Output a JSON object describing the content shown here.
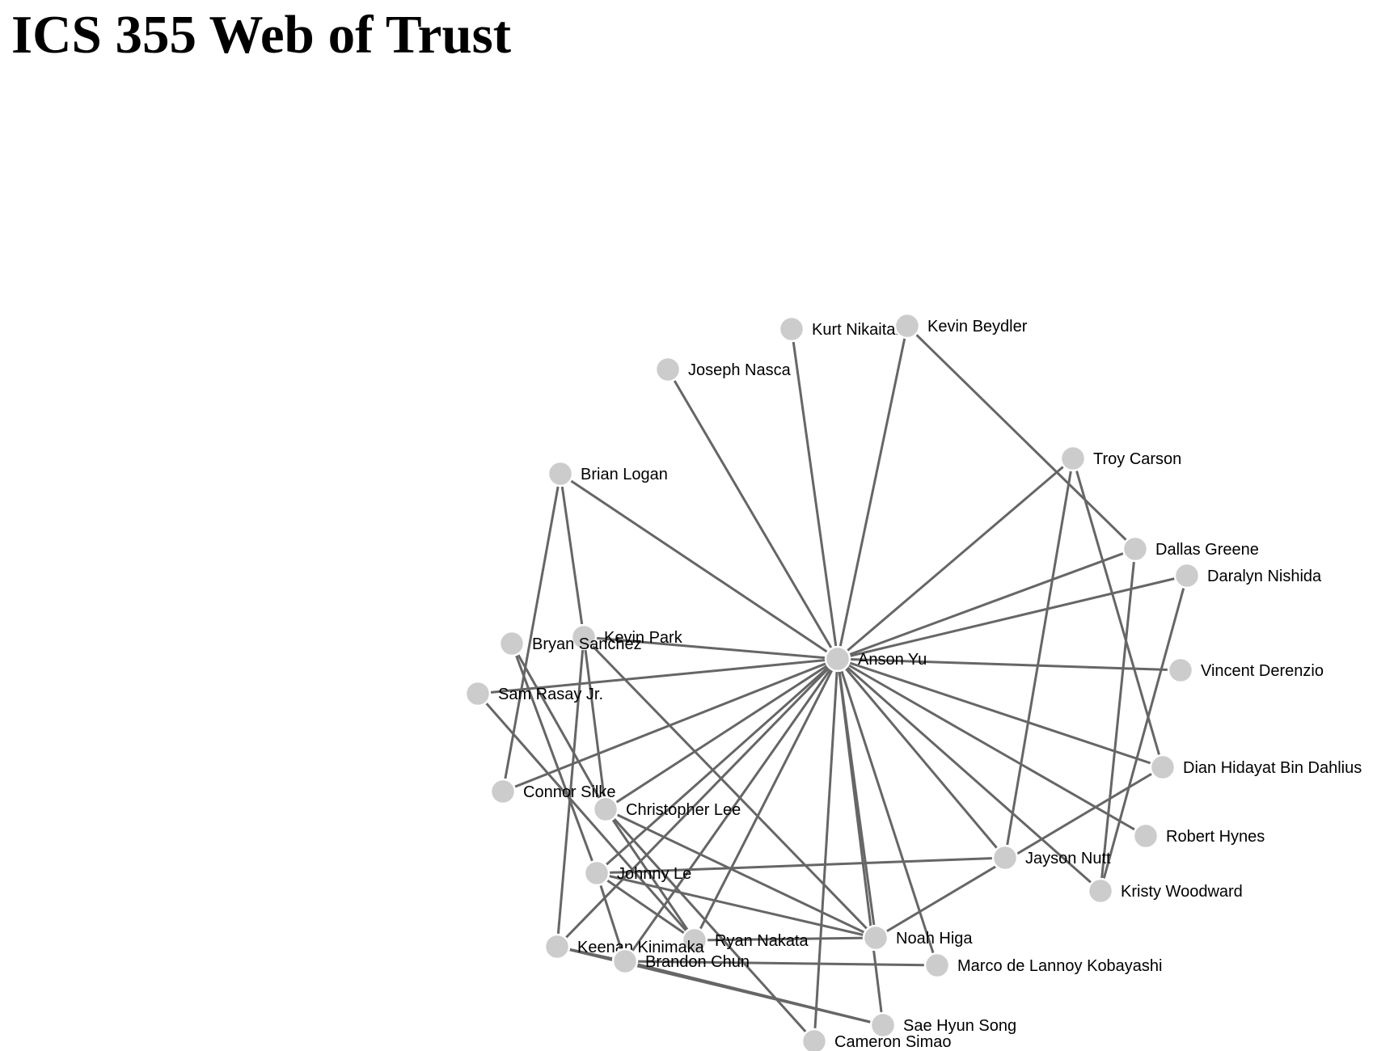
{
  "page": {
    "title": "ICS 355 Web of Trust"
  },
  "colors": {
    "node_fill": "#cccccc",
    "node_stroke": "#ffffff",
    "link": "#666666",
    "text": "#000000"
  },
  "nodes": [
    {
      "id": "anson-yu",
      "label": "Anson Yu"
    },
    {
      "id": "kurt-nikaitani",
      "label": "Kurt Nikaitani"
    },
    {
      "id": "kevin-beydler",
      "label": "Kevin Beydler"
    },
    {
      "id": "joseph-nasca",
      "label": "Joseph Nasca"
    },
    {
      "id": "troy-carson",
      "label": "Troy Carson"
    },
    {
      "id": "brian-logan",
      "label": "Brian Logan"
    },
    {
      "id": "dallas-greene",
      "label": "Dallas Greene"
    },
    {
      "id": "daralyn-nishida",
      "label": "Daralyn Nishida"
    },
    {
      "id": "kevin-park",
      "label": "Kevin Park"
    },
    {
      "id": "bryan-sanchez",
      "label": "Bryan Sanchez"
    },
    {
      "id": "vincent-derenzio",
      "label": "Vincent Derenzio"
    },
    {
      "id": "sam-rasay-jr",
      "label": "Sam Rasay Jr."
    },
    {
      "id": "dian-hidayat-bin-dahlius",
      "label": "Dian Hidayat Bin Dahlius"
    },
    {
      "id": "connor-silke",
      "label": "Connor Silke"
    },
    {
      "id": "christopher-lee",
      "label": "Christopher Lee"
    },
    {
      "id": "robert-hynes",
      "label": "Robert Hynes"
    },
    {
      "id": "jayson-nutt",
      "label": "Jayson Nutt"
    },
    {
      "id": "johnny-le",
      "label": "Johnny Le"
    },
    {
      "id": "kristy-woodward",
      "label": "Kristy Woodward"
    },
    {
      "id": "noah-higa",
      "label": "Noah Higa"
    },
    {
      "id": "ryan-nakata",
      "label": "Ryan Nakata"
    },
    {
      "id": "keenan-kinimaka",
      "label": "Keenan Kinimaka"
    },
    {
      "id": "brandon-chun",
      "label": "Brandon Chun"
    },
    {
      "id": "marco-de-lannoy-kobayashi",
      "label": "Marco de Lannoy Kobayashi"
    },
    {
      "id": "sae-hyun-song",
      "label": "Sae Hyun Song"
    },
    {
      "id": "cameron-simao",
      "label": "Cameron Simao"
    }
  ],
  "links": [
    [
      "anson-yu",
      "kurt-nikaitani"
    ],
    [
      "anson-yu",
      "kevin-beydler"
    ],
    [
      "anson-yu",
      "joseph-nasca"
    ],
    [
      "anson-yu",
      "troy-carson"
    ],
    [
      "anson-yu",
      "brian-logan"
    ],
    [
      "anson-yu",
      "dallas-greene"
    ],
    [
      "anson-yu",
      "daralyn-nishida"
    ],
    [
      "anson-yu",
      "kevin-park"
    ],
    [
      "anson-yu",
      "vincent-derenzio"
    ],
    [
      "anson-yu",
      "sam-rasay-jr"
    ],
    [
      "anson-yu",
      "dian-hidayat-bin-dahlius"
    ],
    [
      "anson-yu",
      "connor-silke"
    ],
    [
      "anson-yu",
      "christopher-lee"
    ],
    [
      "anson-yu",
      "robert-hynes"
    ],
    [
      "anson-yu",
      "jayson-nutt"
    ],
    [
      "anson-yu",
      "johnny-le"
    ],
    [
      "anson-yu",
      "kristy-woodward"
    ],
    [
      "anson-yu",
      "noah-higa"
    ],
    [
      "anson-yu",
      "ryan-nakata"
    ],
    [
      "anson-yu",
      "keenan-kinimaka"
    ],
    [
      "anson-yu",
      "marco-de-lannoy-kobayashi"
    ],
    [
      "anson-yu",
      "sae-hyun-song"
    ],
    [
      "anson-yu",
      "cameron-simao"
    ],
    [
      "anson-yu",
      "brandon-chun"
    ],
    [
      "kevin-beydler",
      "dallas-greene"
    ],
    [
      "troy-carson",
      "jayson-nutt"
    ],
    [
      "troy-carson",
      "dian-hidayat-bin-dahlius"
    ],
    [
      "dallas-greene",
      "kristy-woodward"
    ],
    [
      "daralyn-nishida",
      "kristy-woodward"
    ],
    [
      "brian-logan",
      "kevin-park"
    ],
    [
      "brian-logan",
      "connor-silke"
    ],
    [
      "kevin-park",
      "christopher-lee"
    ],
    [
      "kevin-park",
      "keenan-kinimaka"
    ],
    [
      "kevin-park",
      "noah-higa"
    ],
    [
      "bryan-sanchez",
      "christopher-lee"
    ],
    [
      "bryan-sanchez",
      "johnny-le"
    ],
    [
      "sam-rasay-jr",
      "ryan-nakata"
    ],
    [
      "dian-hidayat-bin-dahlius",
      "noah-higa"
    ],
    [
      "christopher-lee",
      "noah-higa"
    ],
    [
      "christopher-lee",
      "ryan-nakata"
    ],
    [
      "christopher-lee",
      "cameron-simao"
    ],
    [
      "jayson-nutt",
      "johnny-le"
    ],
    [
      "johnny-le",
      "noah-higa"
    ],
    [
      "johnny-le",
      "ryan-nakata"
    ],
    [
      "johnny-le",
      "brandon-chun"
    ],
    [
      "noah-higa",
      "ryan-nakata"
    ],
    [
      "keenan-kinimaka",
      "brandon-chun"
    ],
    [
      "keenan-kinimaka",
      "sae-hyun-song"
    ],
    [
      "brandon-chun",
      "marco-de-lannoy-kobayashi"
    ],
    [
      "brandon-chun",
      "sae-hyun-song"
    ]
  ]
}
